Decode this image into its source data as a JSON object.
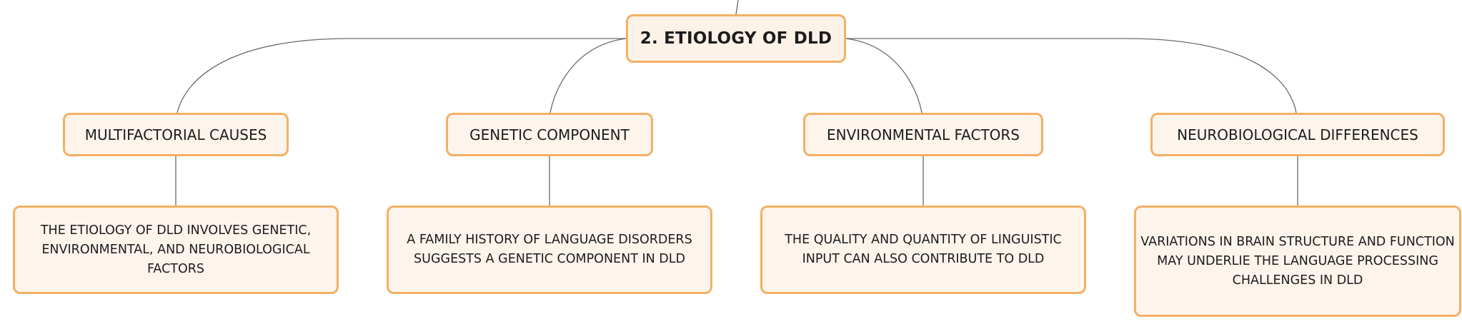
{
  "diagram": {
    "root": {
      "label": "2. ETIOLOGY OF DLD"
    },
    "branches": [
      {
        "category": "MULTIFACTORIAL CAUSES",
        "detail": "THE ETIOLOGY OF DLD INVOLVES GENETIC, ENVIRONMENTAL, AND NEUROBIOLOGICAL FACTORS"
      },
      {
        "category": "GENETIC COMPONENT",
        "detail": "A FAMILY HISTORY OF LANGUAGE DISORDERS SUGGESTS A GENETIC COMPONENT IN DLD"
      },
      {
        "category": "ENVIRONMENTAL FACTORS",
        "detail": "THE QUALITY AND QUANTITY OF LINGUISTIC INPUT CAN ALSO CONTRIBUTE TO DLD"
      },
      {
        "category": "NEUROBIOLOGICAL DIFFERENCES",
        "detail": "VARIATIONS IN BRAIN STRUCTURE AND FUNCTION MAY UNDERLIE THE LANGUAGE PROCESSING CHALLENGES IN DLD"
      }
    ],
    "colors": {
      "node_fill": "#fdf4ec",
      "node_border": "#f3b064",
      "connector": "#6a6a6a",
      "text": "#1c1c1c"
    }
  }
}
